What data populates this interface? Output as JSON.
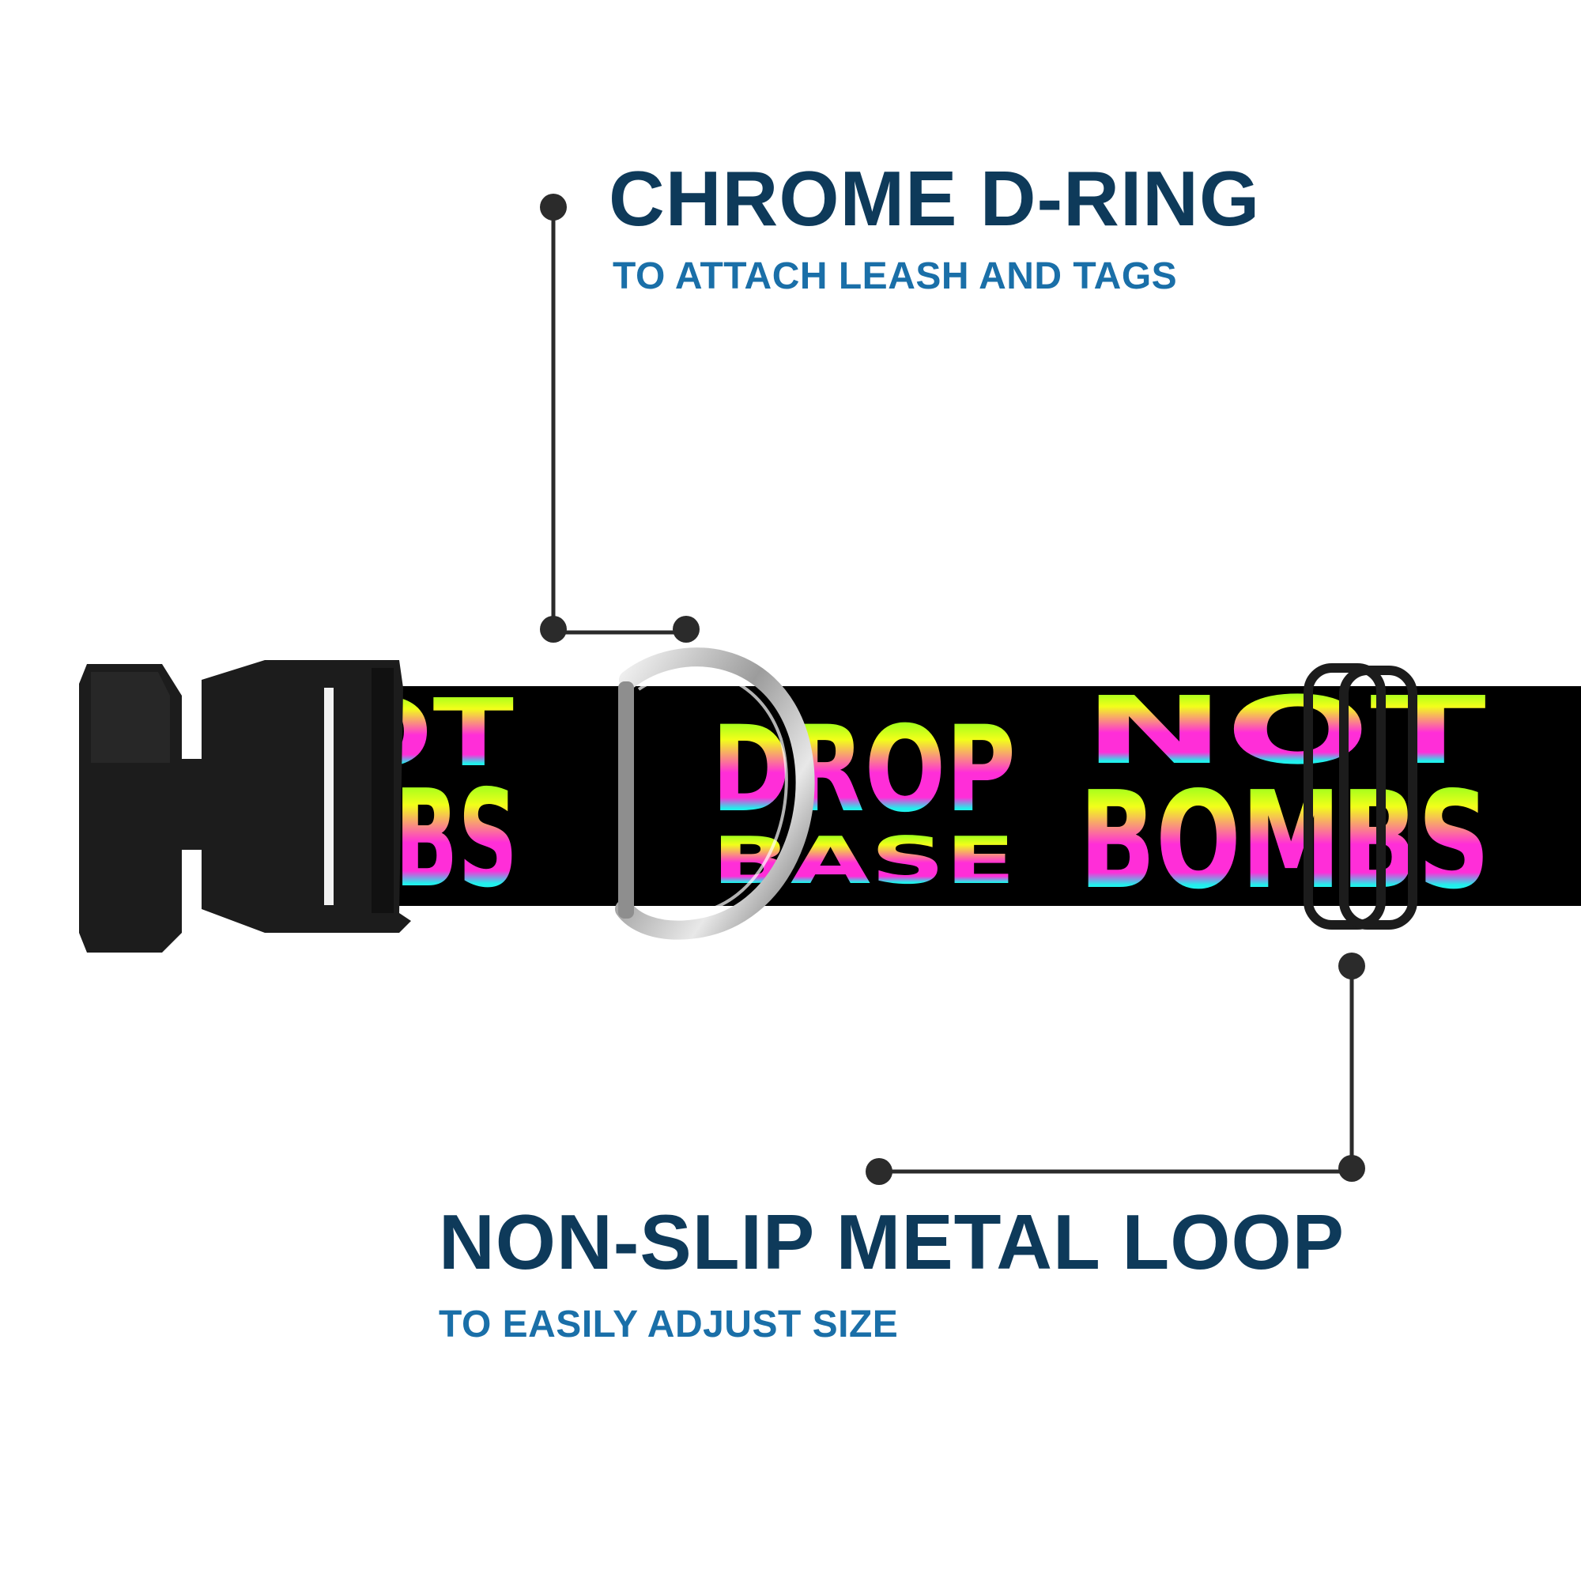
{
  "callouts": {
    "d_ring": {
      "title": "CHROME D-RING",
      "subtitle": "TO ATTACH LEASH AND TAGS"
    },
    "metal_loop": {
      "title": "NON-SLIP METAL LOOP",
      "subtitle": "TO EASILY ADJUST SIZE"
    }
  },
  "collar": {
    "pattern_text_left_top": "OT",
    "pattern_text_left_bottom": "MBS",
    "pattern_text_mid_top": "DROP",
    "pattern_text_mid_bottom": "BASE",
    "pattern_text_right_top": "NOT",
    "pattern_text_right_bottom": "BOMBS"
  },
  "colors": {
    "title": "#0e3a5a",
    "subtitle": "#1a6fa8",
    "leader_line": "#2b2b2b",
    "strap": "#000000",
    "buckle": "#1c1c1c",
    "gradient_top": "#3cff1e",
    "gradient_upper_mid": "#f2ff1a",
    "gradient_mid": "#ff2ed8",
    "gradient_bottom": "#21f0ec"
  }
}
